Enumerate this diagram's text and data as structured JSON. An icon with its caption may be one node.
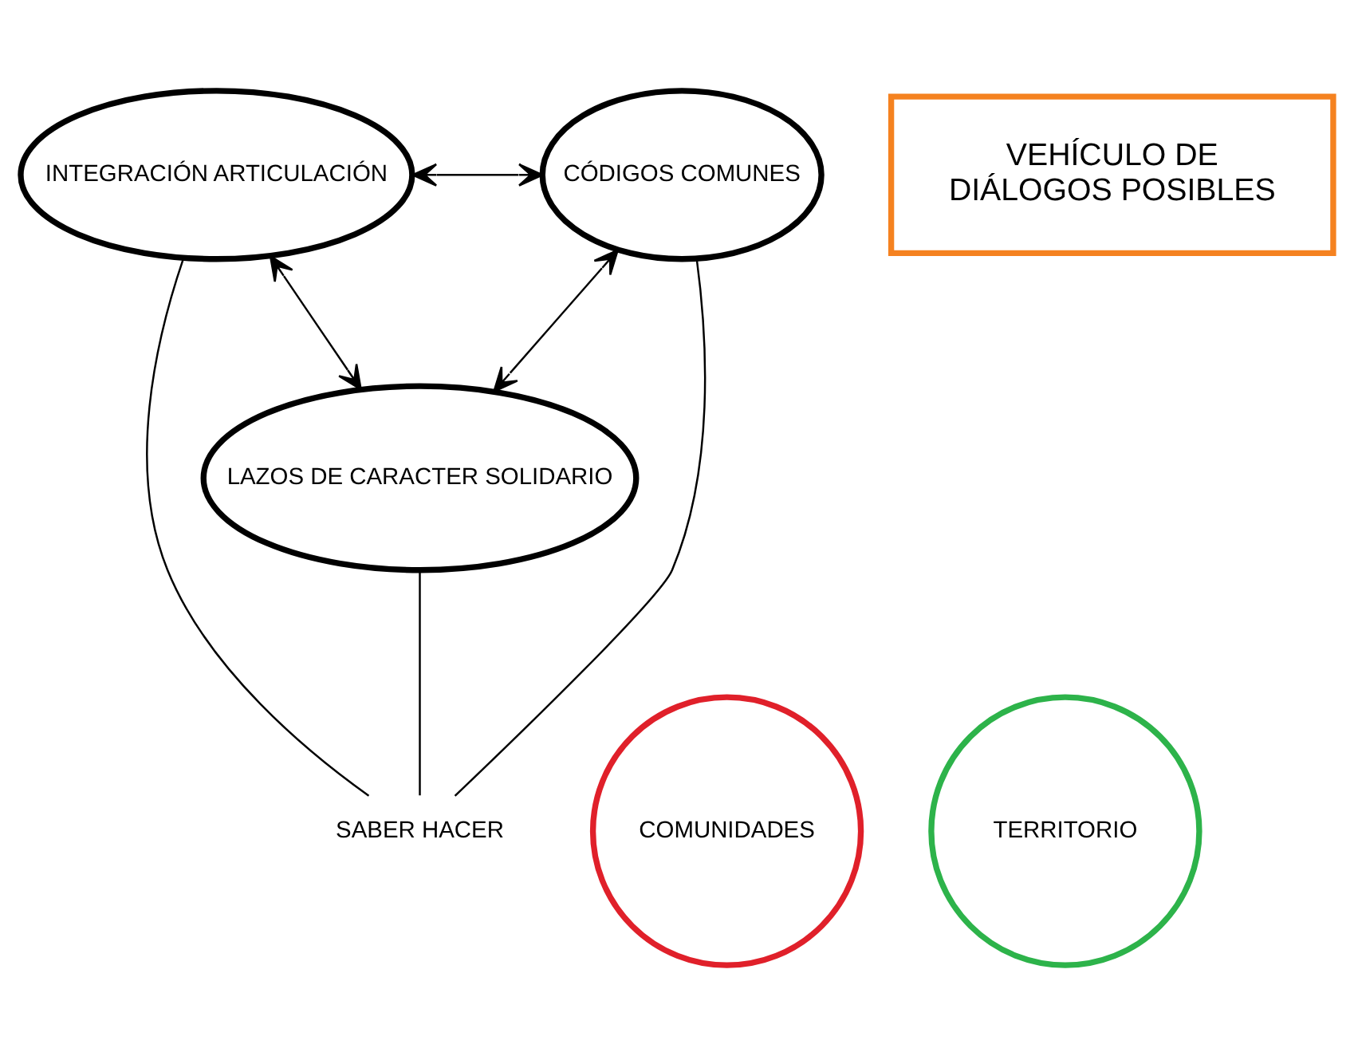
{
  "diagram": {
    "nodes": [
      {
        "text": [
          "INTEGRACIÓN ARTICULACIÓN"
        ]
      },
      {
        "text": [
          "CÓDIGOS COMUNES"
        ]
      },
      {
        "text": [
          "VEHÍCULO DE",
          "DIÁLOGOS POSIBLES"
        ]
      },
      {
        "text": [
          "COMUNIDADES"
        ]
      },
      {
        "text": [
          "SABER HACER"
        ]
      },
      {
        "text": [
          "TERRITORIO"
        ]
      },
      {
        "text": [
          "LAZOS DE CARACTER SOLIDARIO"
        ]
      }
    ],
    "edges": [
      {
        "from": 0,
        "to": 1,
        "arrow": "both"
      },
      {
        "from": 0,
        "to": 4,
        "arrow": "none"
      },
      {
        "from": 1,
        "to": 4,
        "arrow": "none"
      },
      {
        "from": 6,
        "to": 4,
        "arrow": "none"
      },
      {
        "from": 0,
        "to": 6,
        "arrow": "both"
      },
      {
        "from": 6,
        "to": 1,
        "arrow": "both"
      }
    ]
  }
}
